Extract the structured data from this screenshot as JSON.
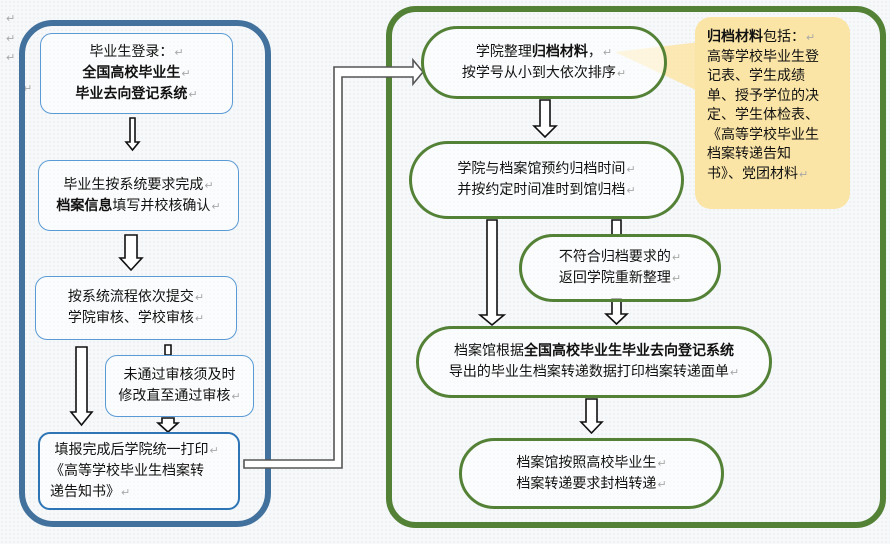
{
  "paragraph_mark": "↵",
  "colors": {
    "left_lane_border": "#41719c",
    "right_lane_border": "#538135",
    "blue_box_border": "#5b9bd5",
    "callout_fill": "#fbe5a6"
  },
  "left_lane": {
    "steps": [
      {
        "id": "login",
        "lines": [
          {
            "text": "毕业生登录：",
            "bold": ""
          },
          {
            "text": "",
            "bold": "全国高校毕业生"
          },
          {
            "text": "",
            "bold": "毕业去向登记系统"
          }
        ]
      },
      {
        "id": "fill-info",
        "lines": [
          {
            "pre": "毕业生按系统要求完成",
            "bold": "",
            "post": ""
          },
          {
            "pre": "",
            "bold": "档案信息",
            "post": "填写并校核确认"
          }
        ]
      },
      {
        "id": "submit-review",
        "lines": [
          "按系统流程依次提交",
          "学院审核、学校审核"
        ]
      },
      {
        "id": "revise",
        "lines": [
          "未通过审核须及时",
          "修改直至通过审核"
        ]
      },
      {
        "id": "print-notice",
        "lines": [
          "填报完成后学院统一打印",
          "《高等学校毕业生档案转",
          "递告知书》"
        ]
      }
    ]
  },
  "right_lane": {
    "steps": [
      {
        "id": "organize",
        "lines": [
          {
            "pre": "学院整理",
            "bold": "归档材料",
            "post": "，"
          },
          {
            "pre": "按学号从小到大依次排序",
            "bold": "",
            "post": ""
          }
        ]
      },
      {
        "id": "appointment",
        "lines": [
          "学院与档案馆预约归档时间",
          "并按约定时间准时到馆归档"
        ]
      },
      {
        "id": "return",
        "lines": [
          "不符合归档要求的",
          "返回学院重新整理"
        ]
      },
      {
        "id": "export-print",
        "lines": [
          {
            "pre": "档案馆根据",
            "bold": "全国高校毕业生毕业去向登记系统",
            "post": ""
          },
          {
            "pre": "导出的毕业生档案转递数据打印档案转递面单",
            "bold": "",
            "post": ""
          }
        ]
      },
      {
        "id": "seal-transfer",
        "lines": [
          "档案馆按照高校毕业生",
          "档案转递要求封档转递"
        ]
      }
    ],
    "callout": {
      "title_bold": "归档材料",
      "title_rest": "包括：",
      "lines": [
        "高等学校毕业生登",
        "记表、学生成绩",
        "单、授予学位的决",
        "定、学生体检表、",
        "《高等学校毕业生",
        "档案转递告知",
        "书》、党团材料"
      ]
    }
  }
}
